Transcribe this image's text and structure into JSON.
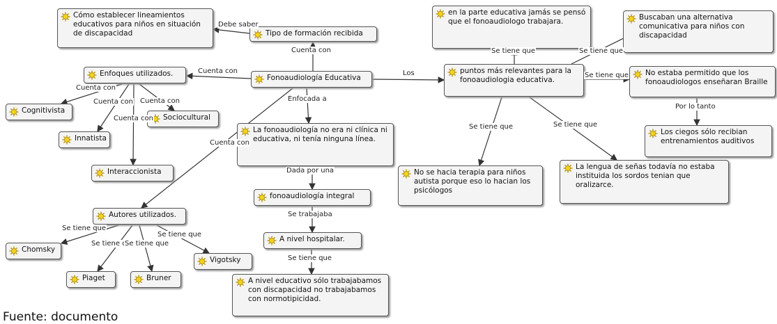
{
  "diagram": {
    "nodes": [
      {
        "id": "lineamientos",
        "text": "Cómo establecer lineamientos educativos para niños en situación de discapacidad"
      },
      {
        "id": "tipo_formacion",
        "text": "Tipo de formación recibida"
      },
      {
        "id": "fono_educativa",
        "text": "Fonoaudiología Educativa"
      },
      {
        "id": "enfoques",
        "text": "Enfoques utilizados."
      },
      {
        "id": "cognitivista",
        "text": "Cognitivista"
      },
      {
        "id": "innatista",
        "text": "Innatista"
      },
      {
        "id": "sociocultural",
        "text": "Sociocultural"
      },
      {
        "id": "interaccionista",
        "text": "Interaccionista"
      },
      {
        "id": "no_era_clinica",
        "text": "La fonoaudiología no era ni clínica ni educativa, ni tenía ninguna línea."
      },
      {
        "id": "fono_integral",
        "text": "fonoaudiología integral"
      },
      {
        "id": "nivel_hospitalar",
        "text": "A nivel hospitalar."
      },
      {
        "id": "nivel_educativo",
        "text": "A nivel educativo sólo trabajabamos con discapacidad no trabajabamos con normotipicidad."
      },
      {
        "id": "autores",
        "text": "Autores utilizados."
      },
      {
        "id": "chomsky",
        "text": "Chomsky"
      },
      {
        "id": "piaget",
        "text": "Piaget"
      },
      {
        "id": "bruner",
        "text": "Bruner"
      },
      {
        "id": "vigotsky",
        "text": "Vigotsky"
      },
      {
        "id": "jamas_pienso",
        "text": "en la parte educativa jamás se pensó que el fonoaudiologo trabajara."
      },
      {
        "id": "buscaban",
        "text": "Buscaban una alternativa comunicativa para niños con discapacidad"
      },
      {
        "id": "puntos",
        "text": "puntos más relevantes para la fonoaudiologia educativa."
      },
      {
        "id": "no_permitido",
        "text": "No estaba permitido que los fonoaudiologos enseñaran Braille"
      },
      {
        "id": "ciegos",
        "text": "Los ciegos sólo recibian entrenamientos auditivos"
      },
      {
        "id": "no_terapia",
        "text": "No se hacia terapia para niños autista porque eso lo hacian los psicólogos"
      },
      {
        "id": "lengua_senas",
        "text": "La lengua de señas todavía no estaba instituida los sordos tenian que oralizarce."
      }
    ],
    "edges": [
      {
        "from": "tipo_formacion",
        "to": "lineamientos",
        "label": "Debe saber"
      },
      {
        "from": "fono_educativa",
        "to": "tipo_formacion",
        "label": "Cuenta con"
      },
      {
        "from": "fono_educativa",
        "to": "enfoques",
        "label": "Cuenta con"
      },
      {
        "from": "enfoques",
        "to": "cognitivista",
        "label": "Cuenta con"
      },
      {
        "from": "enfoques",
        "to": "innatista",
        "label": "Cuenta con"
      },
      {
        "from": "enfoques",
        "to": "interaccionista",
        "label": "Cuenta con"
      },
      {
        "from": "enfoques",
        "to": "sociocultural",
        "label": "Cuenta con"
      },
      {
        "from": "fono_educativa",
        "to": "no_era_clinica",
        "label": "Enfocada a"
      },
      {
        "from": "fono_educativa",
        "to": "autores",
        "label": "Cuenta con"
      },
      {
        "from": "no_era_clinica",
        "to": "fono_integral",
        "label": "Dada por una"
      },
      {
        "from": "fono_integral",
        "to": "nivel_hospitalar",
        "label": "Se trabajaba"
      },
      {
        "from": "nivel_hospitalar",
        "to": "nivel_educativo",
        "label": "Se tiene que"
      },
      {
        "from": "autores",
        "to": "chomsky",
        "label": "Se tiene que"
      },
      {
        "from": "autores",
        "to": "piaget",
        "label": "Se tiene que"
      },
      {
        "from": "autores",
        "to": "bruner",
        "label": "Se tiene que"
      },
      {
        "from": "autores",
        "to": "vigotsky",
        "label": "Se tiene que"
      },
      {
        "from": "fono_educativa",
        "to": "puntos",
        "label": "Los"
      },
      {
        "from": "puntos",
        "to": "jamas_pienso",
        "label": "Se tiene que"
      },
      {
        "from": "puntos",
        "to": "buscaban",
        "label": "Se tiene que"
      },
      {
        "from": "puntos",
        "to": "no_permitido",
        "label": "Se tiene que"
      },
      {
        "from": "no_permitido",
        "to": "ciegos",
        "label": "Por lo tanto"
      },
      {
        "from": "puntos",
        "to": "no_terapia",
        "label": "Se tiene que"
      },
      {
        "from": "puntos",
        "to": "lengua_senas",
        "label": "Se tiene que"
      }
    ]
  },
  "footer": {
    "text": "Fuente: documento"
  },
  "colors": {
    "node_fill": "#f4f4f4",
    "node_border": "#555555",
    "edge": "#333333",
    "icon": "#f2d21c"
  },
  "icon_name": "concept-sun-icon"
}
